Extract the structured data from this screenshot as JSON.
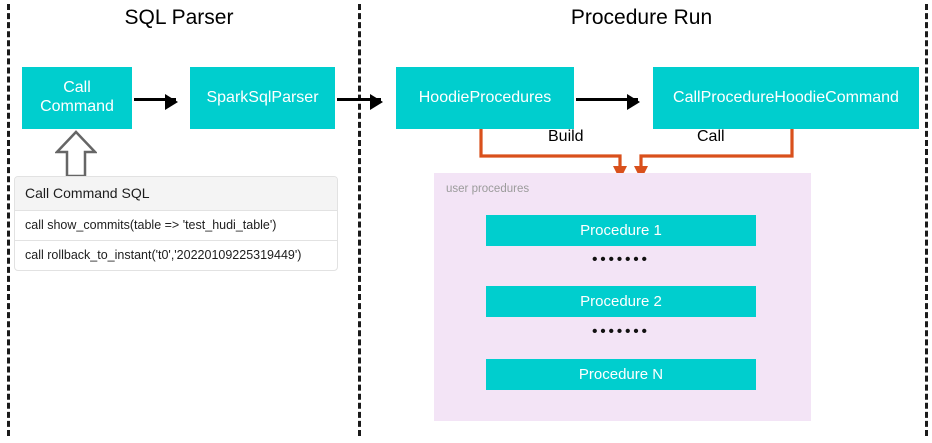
{
  "diagram": {
    "sections": [
      {
        "id": "sql-parser",
        "title": "SQL Parser"
      },
      {
        "id": "procedure-run",
        "title": "Procedure Run"
      }
    ],
    "nodes": {
      "call_command": "Call\nCommand",
      "call_command_line1": "Call",
      "call_command_line2": "Command",
      "spark_sql_parser": "SparkSqlParser",
      "hoodie_procedures": "HoodieProcedures",
      "call_procedure_hoodie_command": "CallProcedureHoodieCommand"
    },
    "connector_labels": {
      "build": "Build",
      "call": "Call"
    },
    "sql_card": {
      "header": "Call Command SQL",
      "rows": [
        "call show_commits(table => 'test_hudi_table')",
        "call rollback_to_instant('t0','20220109225319449')"
      ]
    },
    "user_procedures": {
      "label": "user procedures",
      "items": [
        "Procedure 1",
        "Procedure 2",
        "Procedure N"
      ],
      "ellipsis": "•••••••"
    },
    "colors": {
      "node_fill": "#00CECE",
      "node_text": "#FFFFFF",
      "panel_fill": "#F3E4F6",
      "connector_orange": "#D9501C",
      "connector_black": "#000000",
      "divider": "#1A1A1A",
      "muted_text": "#9B9B9B"
    }
  }
}
